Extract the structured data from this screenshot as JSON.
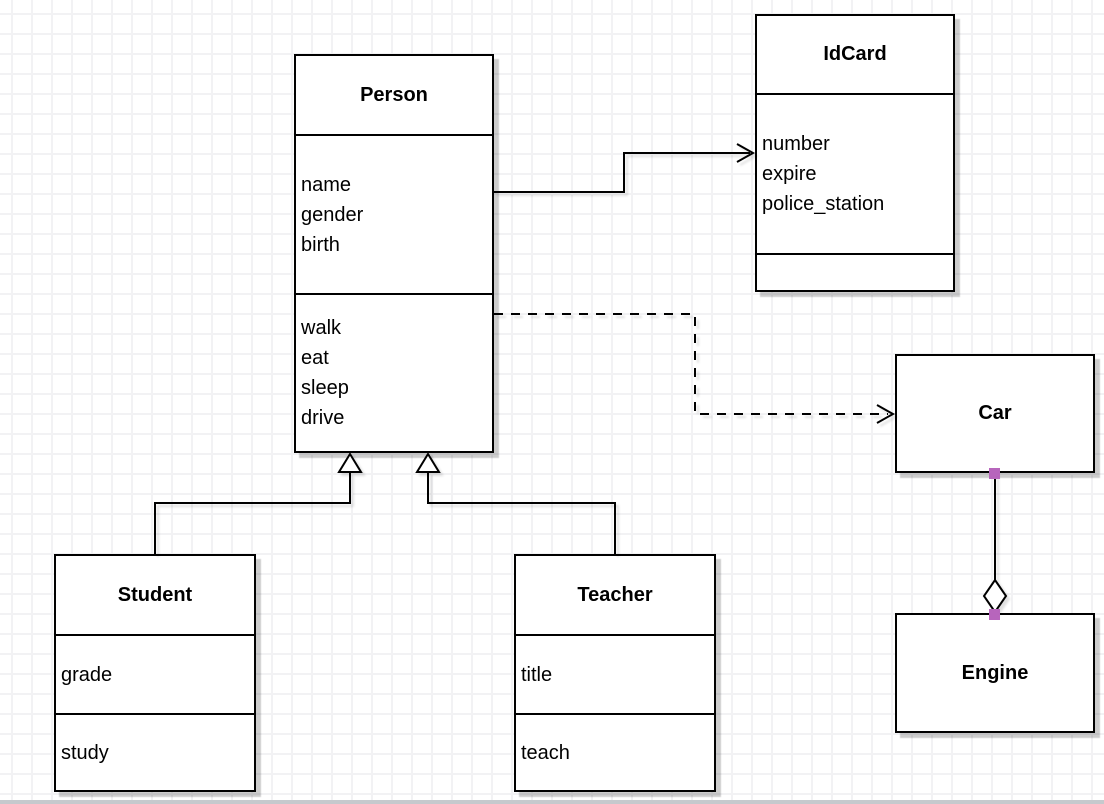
{
  "colors": {
    "connection_handle": "#b765bc",
    "box_border": "#000000",
    "box_fill": "#ffffff",
    "grid_line": "#f2f2f4"
  },
  "classes": {
    "person": {
      "name": "Person",
      "attributes": [
        "name",
        "gender",
        "birth"
      ],
      "methods": [
        "walk",
        "eat",
        "sleep",
        "drive"
      ]
    },
    "idcard": {
      "name": "IdCard",
      "attributes": [
        "number",
        "expire",
        "police_station"
      ],
      "methods": []
    },
    "car": {
      "name": "Car",
      "attributes": [],
      "methods": []
    },
    "engine": {
      "name": "Engine",
      "attributes": [],
      "methods": []
    },
    "student": {
      "name": "Student",
      "attributes": [
        "grade"
      ],
      "methods": [
        "study"
      ]
    },
    "teacher": {
      "name": "Teacher",
      "attributes": [
        "title"
      ],
      "methods": [
        "teach"
      ]
    }
  },
  "relations": [
    {
      "from": "Person",
      "to": "IdCard",
      "type": "association",
      "line": "solid",
      "arrow": "open"
    },
    {
      "from": "Person",
      "to": "Car",
      "type": "dependency",
      "line": "dashed",
      "arrow": "open"
    },
    {
      "from": "Student",
      "to": "Person",
      "type": "generalization",
      "line": "solid",
      "arrow": "hollow-triangle"
    },
    {
      "from": "Teacher",
      "to": "Person",
      "type": "generalization",
      "line": "solid",
      "arrow": "hollow-triangle"
    },
    {
      "from": "Car",
      "to": "Engine",
      "type": "aggregation",
      "line": "solid",
      "arrow": "hollow-diamond"
    }
  ]
}
